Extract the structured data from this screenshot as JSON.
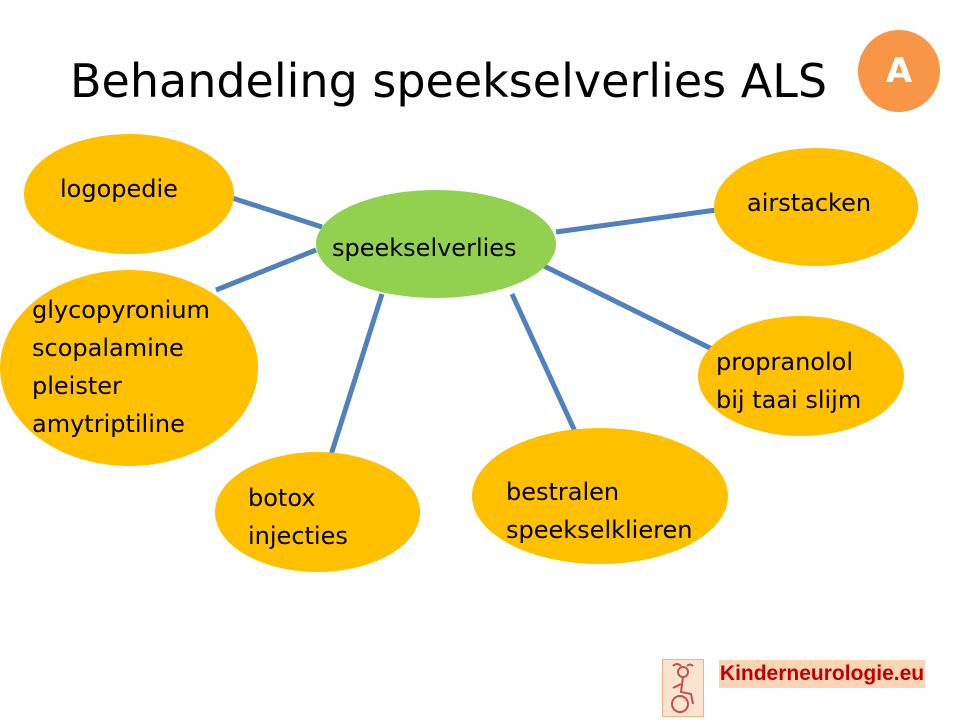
{
  "title": "Behandeling speekselverlies ALS",
  "badge": "A",
  "center": "speekselverlies",
  "nodes": {
    "logopedie": [
      "logopedie"
    ],
    "airstacken": [
      "airstacken"
    ],
    "medicatie": [
      "glycopyronium",
      "scopalamine",
      "pleister",
      "amytriptiline"
    ],
    "propranolol": [
      "propranolol",
      "bij taai slijm"
    ],
    "botox": [
      "botox",
      "injecties"
    ],
    "bestralen": [
      "bestralen",
      "speekselklieren"
    ]
  },
  "footer": {
    "brand": "Kinderneurologie.eu"
  },
  "colors": {
    "node": "#ffc000",
    "center": "#92d050",
    "line": "#4f81bd",
    "badge": "#f79646",
    "brand": "#c00000"
  }
}
